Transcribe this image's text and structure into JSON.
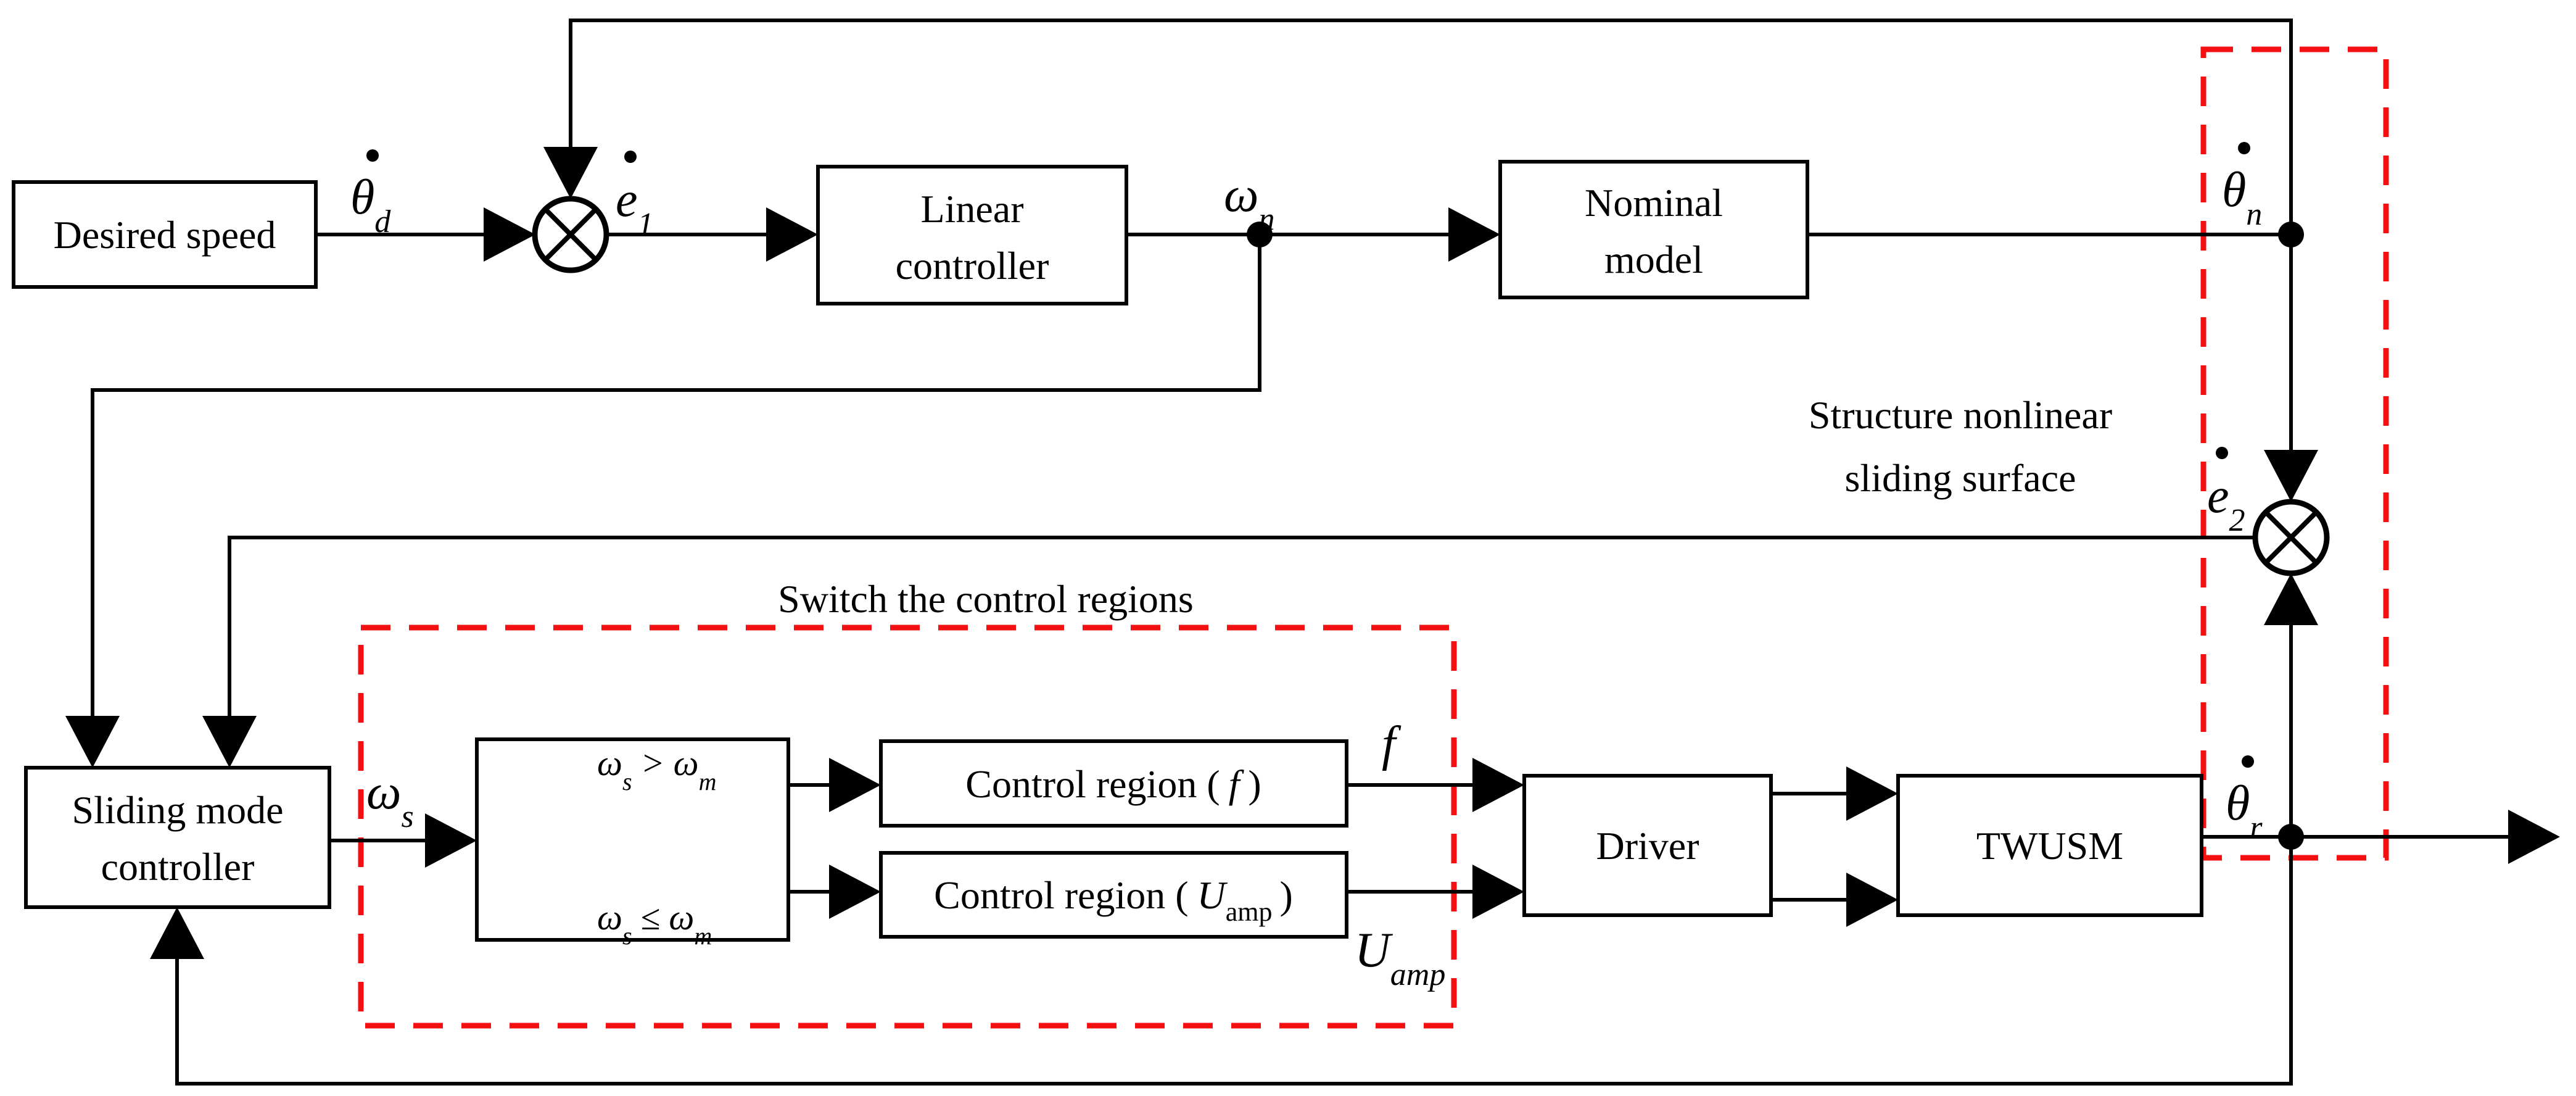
{
  "colors": {
    "line": "#000000",
    "region_outline": "#f21010",
    "background": "#ffffff"
  },
  "blocks": {
    "desired_speed": {
      "label": "Desired speed"
    },
    "linear_controller": {
      "line1": "Linear",
      "line2": "controller"
    },
    "nominal_model": {
      "line1": "Nominal",
      "line2": "model"
    },
    "sliding_mode_controller": {
      "line1": "Sliding mode",
      "line2": "controller"
    },
    "control_region_f": {
      "prefix": "Control region (",
      "symbol": "f",
      "suffix": ")"
    },
    "control_region_u": {
      "prefix": "Control region (",
      "base": "U",
      "sub": "amp",
      "suffix": ")"
    },
    "driver": {
      "label": "Driver"
    },
    "twusm": {
      "label": "TWUSM"
    }
  },
  "signals": {
    "theta_d": {
      "base": "θ",
      "sub": "d"
    },
    "e1": {
      "base": "e",
      "sub": "1"
    },
    "omega_n": {
      "base": "ω",
      "sub": "n"
    },
    "theta_n": {
      "base": "θ",
      "sub": "n"
    },
    "e2": {
      "base": "e",
      "sub": "2"
    },
    "omega_s": {
      "base": "ω",
      "sub": "s"
    },
    "f": {
      "base": "f"
    },
    "u_amp": {
      "base": "U",
      "sub": "amp"
    },
    "theta_r": {
      "base": "θ",
      "sub": "r"
    }
  },
  "switch_conditions": {
    "upper": {
      "lhs": "ω",
      "lhs_sub": "s",
      "op": ">",
      "rhs": "ω",
      "rhs_sub": "m"
    },
    "lower": {
      "lhs": "ω",
      "lhs_sub": "s",
      "op": "≤",
      "rhs": "ω",
      "rhs_sub": "m"
    }
  },
  "annotations": {
    "switch_region_title": "Switch the control regions",
    "sliding_surface_line1": "Structure nonlinear",
    "sliding_surface_line2": "sliding surface"
  }
}
